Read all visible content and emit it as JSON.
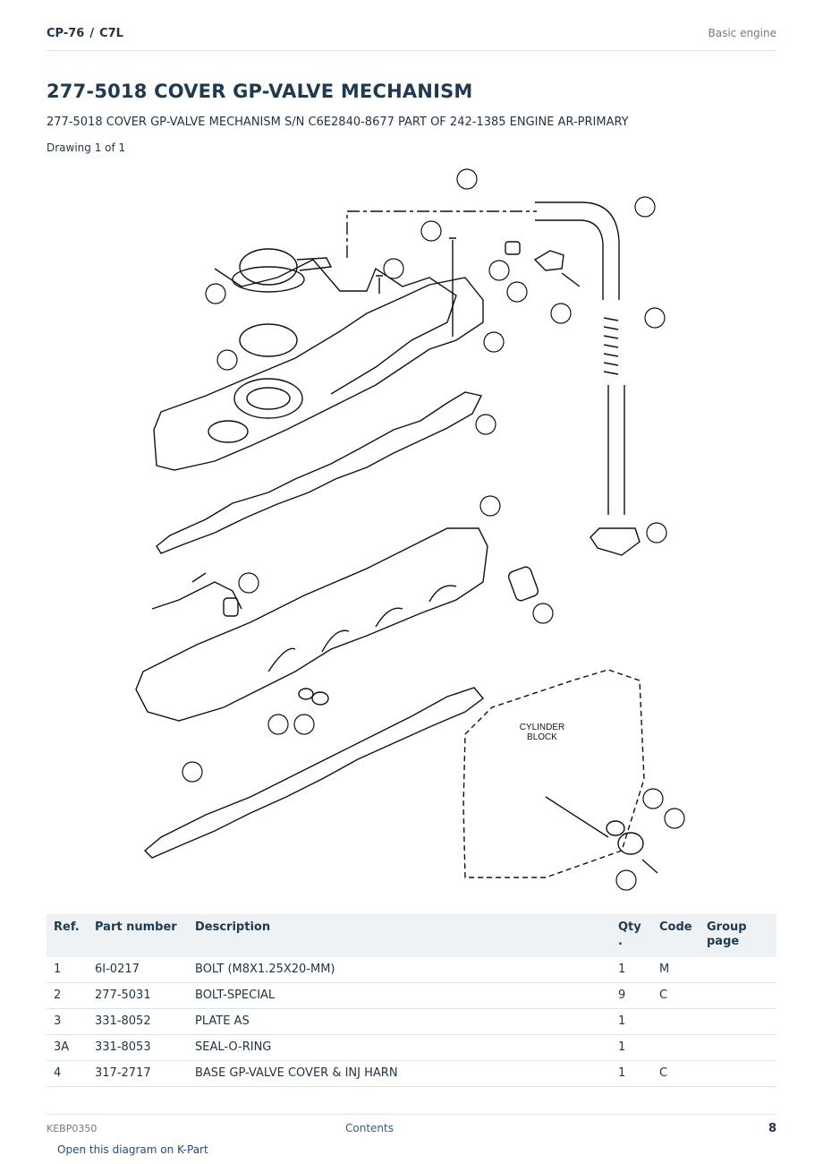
{
  "header": {
    "product": "CP-76",
    "separator": "/",
    "model": "C7L",
    "section": "Basic engine"
  },
  "title": "277-5018 COVER GP-VALVE MECHANISM",
  "subtitle": "277-5018 COVER GP-VALVE MECHANISM S/N C6E2840-8677 PART OF 242-1385 ENGINE AR-PRIMARY",
  "drawing_label": "Drawing 1 of 1",
  "diagram": {
    "cylinder_block_label_line1": "CYLINDER",
    "cylinder_block_label_line2": "BLOCK"
  },
  "table": {
    "headers": {
      "ref": "Ref.",
      "part_number": "Part number",
      "description": "Description",
      "qty_line1": "Qty",
      "qty_line2": ".",
      "code": "Code",
      "group_line1": "Group",
      "group_line2": "page"
    },
    "rows": [
      {
        "ref": "1",
        "part": "6I-0217",
        "desc": "BOLT (M8X1.25X20-MM)",
        "qty": "1",
        "code": "M",
        "group": ""
      },
      {
        "ref": "2",
        "part": "277-5031",
        "desc": "BOLT-SPECIAL",
        "qty": "9",
        "code": "C",
        "group": ""
      },
      {
        "ref": "3",
        "part": "331-8052",
        "desc": "PLATE AS",
        "qty": "1",
        "code": "",
        "group": ""
      },
      {
        "ref": "3A",
        "part": "331-8053",
        "desc": "SEAL-O-RING",
        "qty": "1",
        "code": "",
        "group": ""
      },
      {
        "ref": "4",
        "part": "317-2717",
        "desc": "BASE GP-VALVE COVER & INJ HARN",
        "qty": "1",
        "code": "C",
        "group": ""
      }
    ]
  },
  "footer": {
    "doc_code": "KEBP0350",
    "contents_link": "Contents",
    "page_number": "8",
    "kpart_link": "Open this diagram on K-Part"
  }
}
